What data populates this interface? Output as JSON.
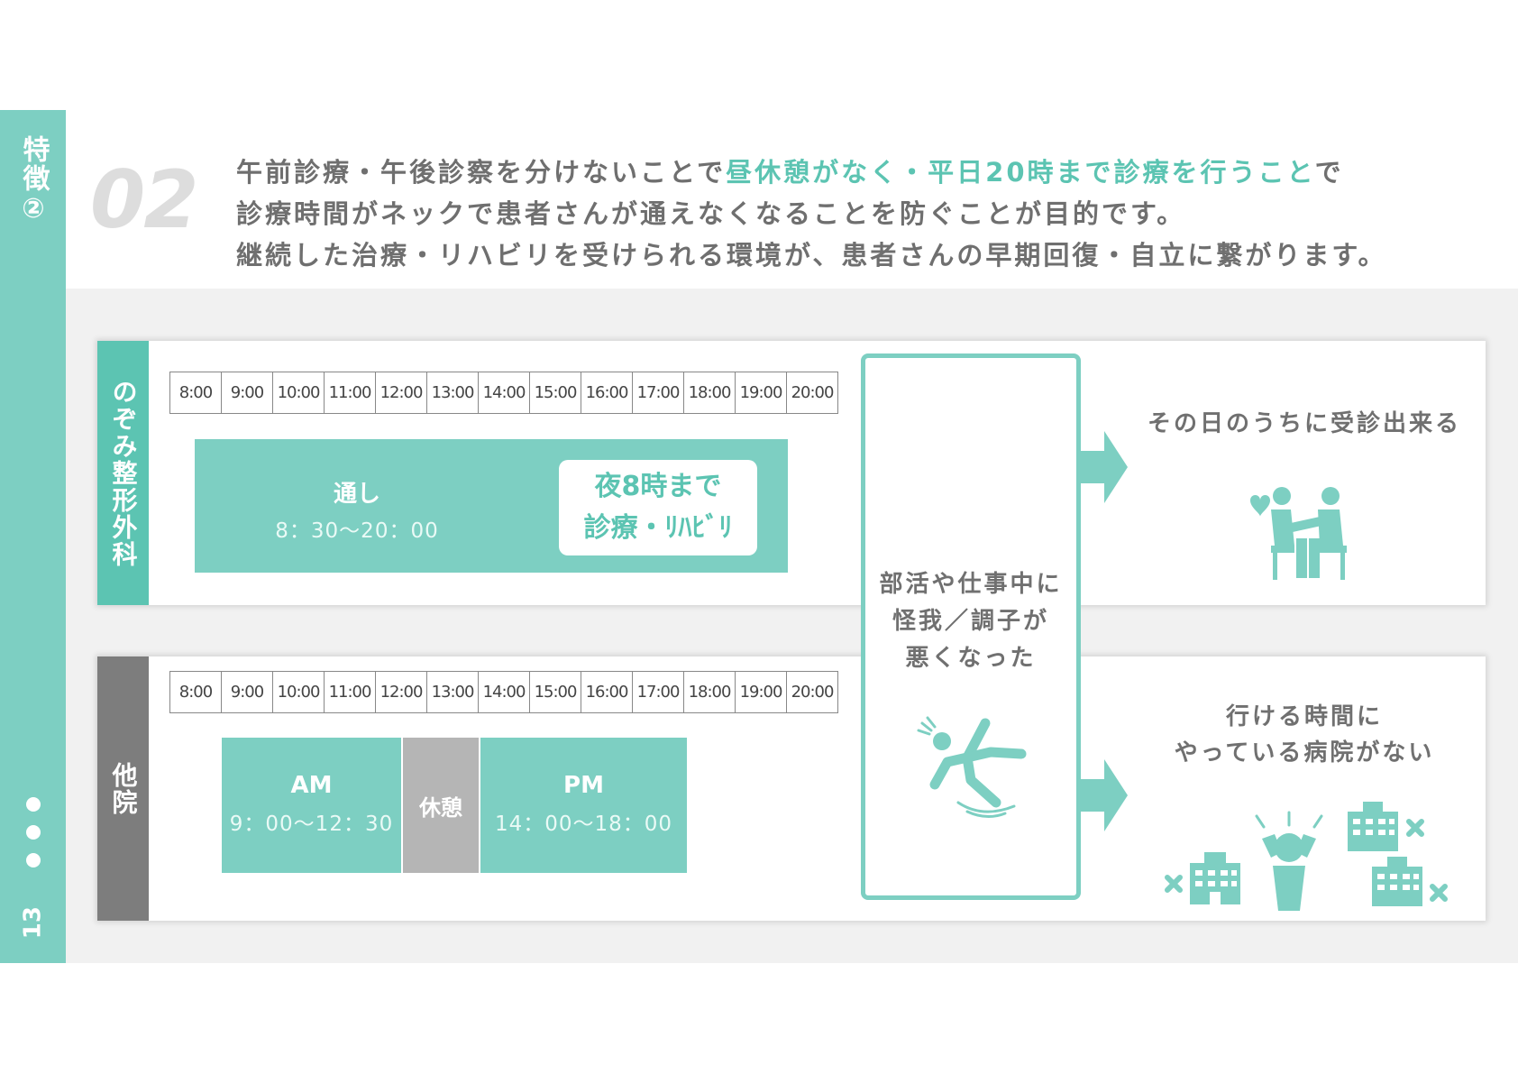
{
  "sidebar": {
    "title": "特徴②",
    "page_number": "13"
  },
  "header": {
    "number": "02",
    "line1_pre": "午前診療・午後診察を分けないことで",
    "line1_highlight": "昼休憩がなく・平日20時まで診療を行うこと",
    "line1_post": "で",
    "line2": "診療時間がネックで患者さんが通えなくなることを防ぐことが目的です。",
    "line3": "継続した治療・リハビリを受けられる環境が、患者さんの早期回復・自立に繋がります。"
  },
  "timeline_labels": [
    "8:00",
    "9:00",
    "10:00",
    "11:00",
    "12:00",
    "13:00",
    "14:00",
    "15:00",
    "16:00",
    "17:00",
    "18:00",
    "19:00",
    "20:00"
  ],
  "nozomi": {
    "label": "のぞみ整形外科",
    "block_title": "通し",
    "block_time": "8：30〜20：00",
    "badge_line1": "夜8時まで",
    "badge_line2": "診療・ﾘﾊﾋﾞﾘ",
    "result": "その日のうちに受診出来る"
  },
  "other": {
    "label": "他院",
    "am_title": "AM",
    "am_time": "9：00〜12：30",
    "break_label": "休憩",
    "pm_title": "PM",
    "pm_time": "14：00〜18：00",
    "result_line1": "行ける時間に",
    "result_line2": "やっている病院がない"
  },
  "middle": {
    "line1": "部活や仕事中に",
    "line2": "怪我／調子が",
    "line3": "悪くなった"
  },
  "colors": {
    "accent": "#7dcfc2",
    "accent_dark": "#5cc4b2",
    "gray_label": "#7d7d7d",
    "break_gray": "#b5b5b5"
  },
  "icons": [
    "heart-icon",
    "people-talking-icon",
    "falling-person-icon",
    "hospital-icon",
    "stressed-person-icon",
    "cross-mark-icon",
    "arrow-right-icon"
  ]
}
